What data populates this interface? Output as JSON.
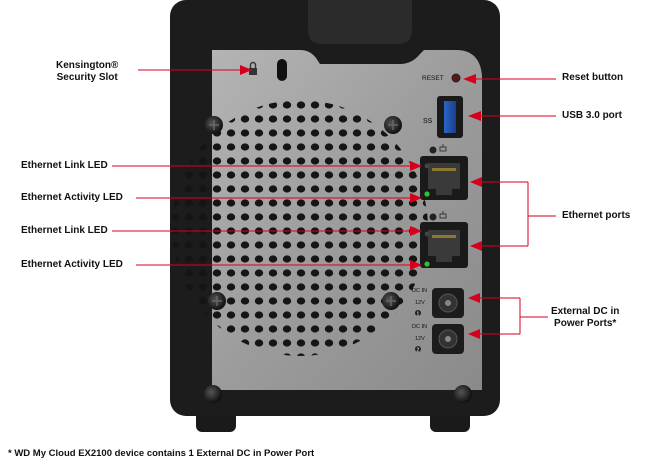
{
  "labels": {
    "kensington": "Kensington®",
    "kensington_slot": "Security Slot",
    "reset_button": "Reset button",
    "usb_port": "USB 3.0 port",
    "eth_link_1": "Ethernet Link LED",
    "eth_activity_1": "Ethernet Activity LED",
    "eth_link_2": "Ethernet Link LED",
    "eth_activity_2": "Ethernet Activity LED",
    "ethernet_ports": "Ethernet ports",
    "dc_line1": "External DC in",
    "dc_line2": "Power Ports*"
  },
  "device_markings": {
    "reset": "RESET",
    "dc_in": "DC IN",
    "voltage": "12V",
    "port_1": "1",
    "port_2": "2",
    "usb_logo": "SS"
  },
  "footnote": "* WD My Cloud EX2100 device contains 1 External DC in Power Port",
  "colors": {
    "arrow": "#d6001c",
    "connector": "#d6001c",
    "chassis": "#1c1c1c",
    "panel": "#9a9a9a",
    "led_green": "#2fbf3a"
  }
}
